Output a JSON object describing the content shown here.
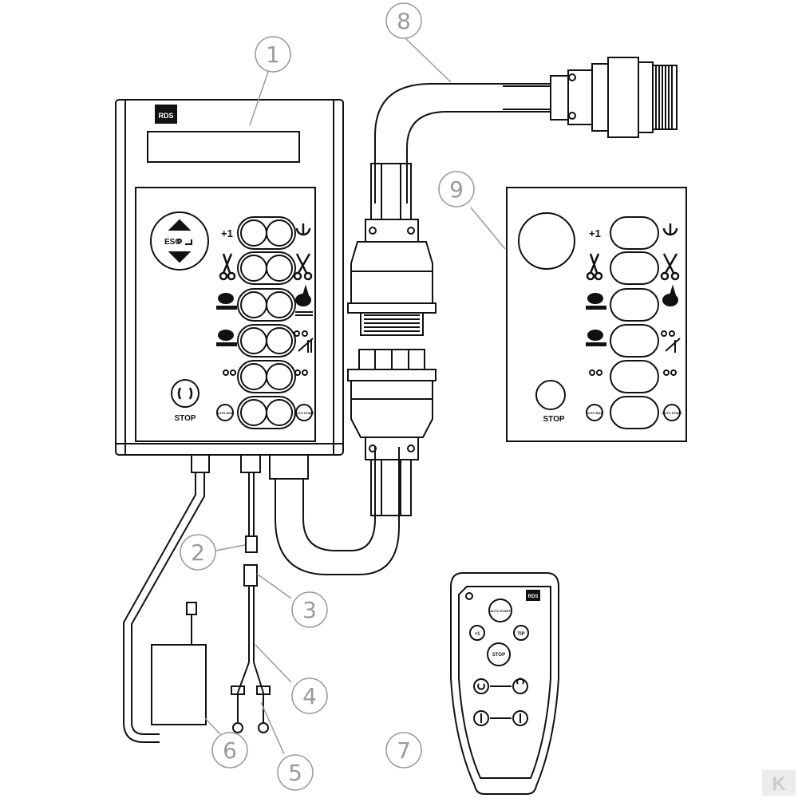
{
  "callouts": [
    "1",
    "2",
    "3",
    "4",
    "5",
    "6",
    "7",
    "8",
    "9"
  ],
  "controller": {
    "brand": "RDS",
    "nav": {
      "esc": "ESC"
    },
    "plus_one": "+1",
    "stop": "STOP",
    "auto_man": "AUTO MAN",
    "auto_start": "AUTO START"
  },
  "overlay": {
    "plus_one": "+1",
    "stop": "STOP",
    "auto_man": "AUTO MAN",
    "auto_start": "AUTO START"
  },
  "remote": {
    "brand": "RDS",
    "auto_start": "AUTO START",
    "plus_one": "+1",
    "tip": "TIP",
    "stop": "STOP"
  },
  "watermark": "K",
  "colors": {
    "line": "#111111",
    "callout": "#9a9a9a",
    "panel_fill": "#ffffff",
    "watermark": "#cccccc"
  }
}
